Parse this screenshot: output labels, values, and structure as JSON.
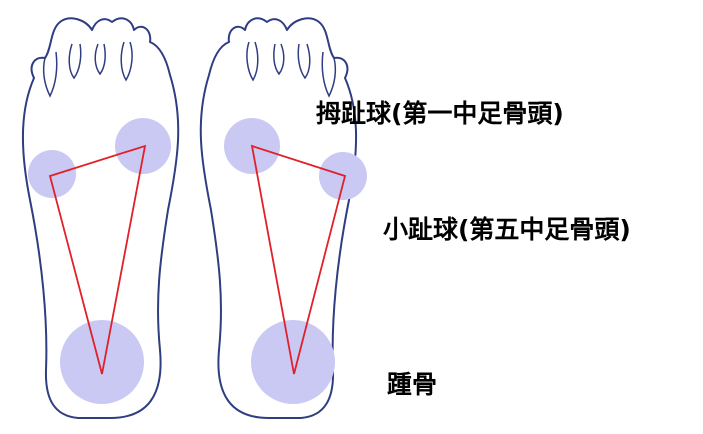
{
  "labels": {
    "big_toe_ball": "拇趾球(第一中足骨頭)",
    "little_toe_ball": "小趾球(第五中足骨頭)",
    "heel": "踵骨"
  },
  "colors": {
    "outline": "#2f3d82",
    "pressure_area": "#c9c9f3",
    "triangle": "#e0212a",
    "text": "#000000"
  }
}
